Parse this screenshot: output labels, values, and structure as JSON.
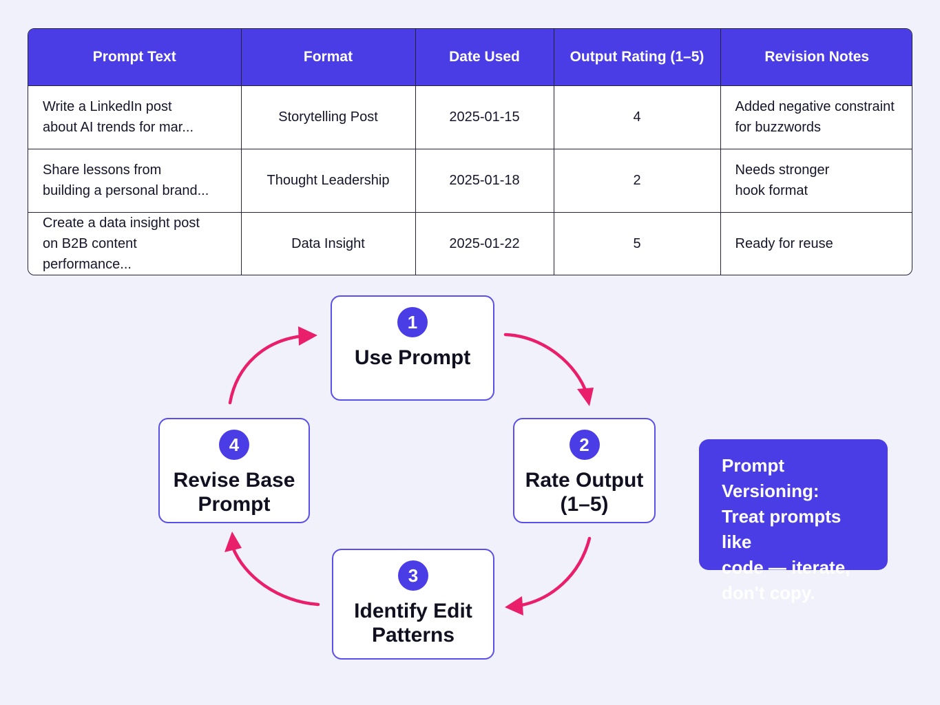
{
  "table": {
    "headers": [
      "Prompt Text",
      "Format",
      "Date Used",
      "Output Rating (1–5)",
      "Revision Notes"
    ],
    "rows": [
      {
        "prompt_line1": "Write a LinkedIn post",
        "prompt_line2": "about AI trends for mar...",
        "format": "Storytelling Post",
        "date": "2025-01-15",
        "rating": "4",
        "notes_line1": "Added negative constraint",
        "notes_line2": "for buzzwords"
      },
      {
        "prompt_line1": "Share lessons from",
        "prompt_line2": "building a personal brand...",
        "format": "Thought Leadership",
        "date": "2025-01-18",
        "rating": "2",
        "notes_line1": "Needs stronger",
        "notes_line2": "hook format"
      },
      {
        "prompt_line1": "Create a data insight post",
        "prompt_line2": "on B2B content performance...",
        "format": "Data Insight",
        "date": "2025-01-22",
        "rating": "5",
        "notes_line1": "Ready for reuse",
        "notes_line2": ""
      }
    ]
  },
  "cycle": {
    "steps": [
      {
        "number": "1",
        "label": "Use Prompt"
      },
      {
        "number": "2",
        "label": "Rate Output\n(1–5)"
      },
      {
        "number": "3",
        "label": "Identify Edit\nPatterns"
      },
      {
        "number": "4",
        "label": "Revise Base\nPrompt"
      }
    ],
    "arrow_color": "#ea1f6b"
  },
  "callout": {
    "line1": "Prompt Versioning:",
    "line2": "Treat prompts like",
    "line3": "code — iterate,",
    "line4": "don't copy."
  },
  "colors": {
    "accent": "#4a3de6",
    "background": "#f1f1fb",
    "arrow": "#ea1f6b"
  }
}
